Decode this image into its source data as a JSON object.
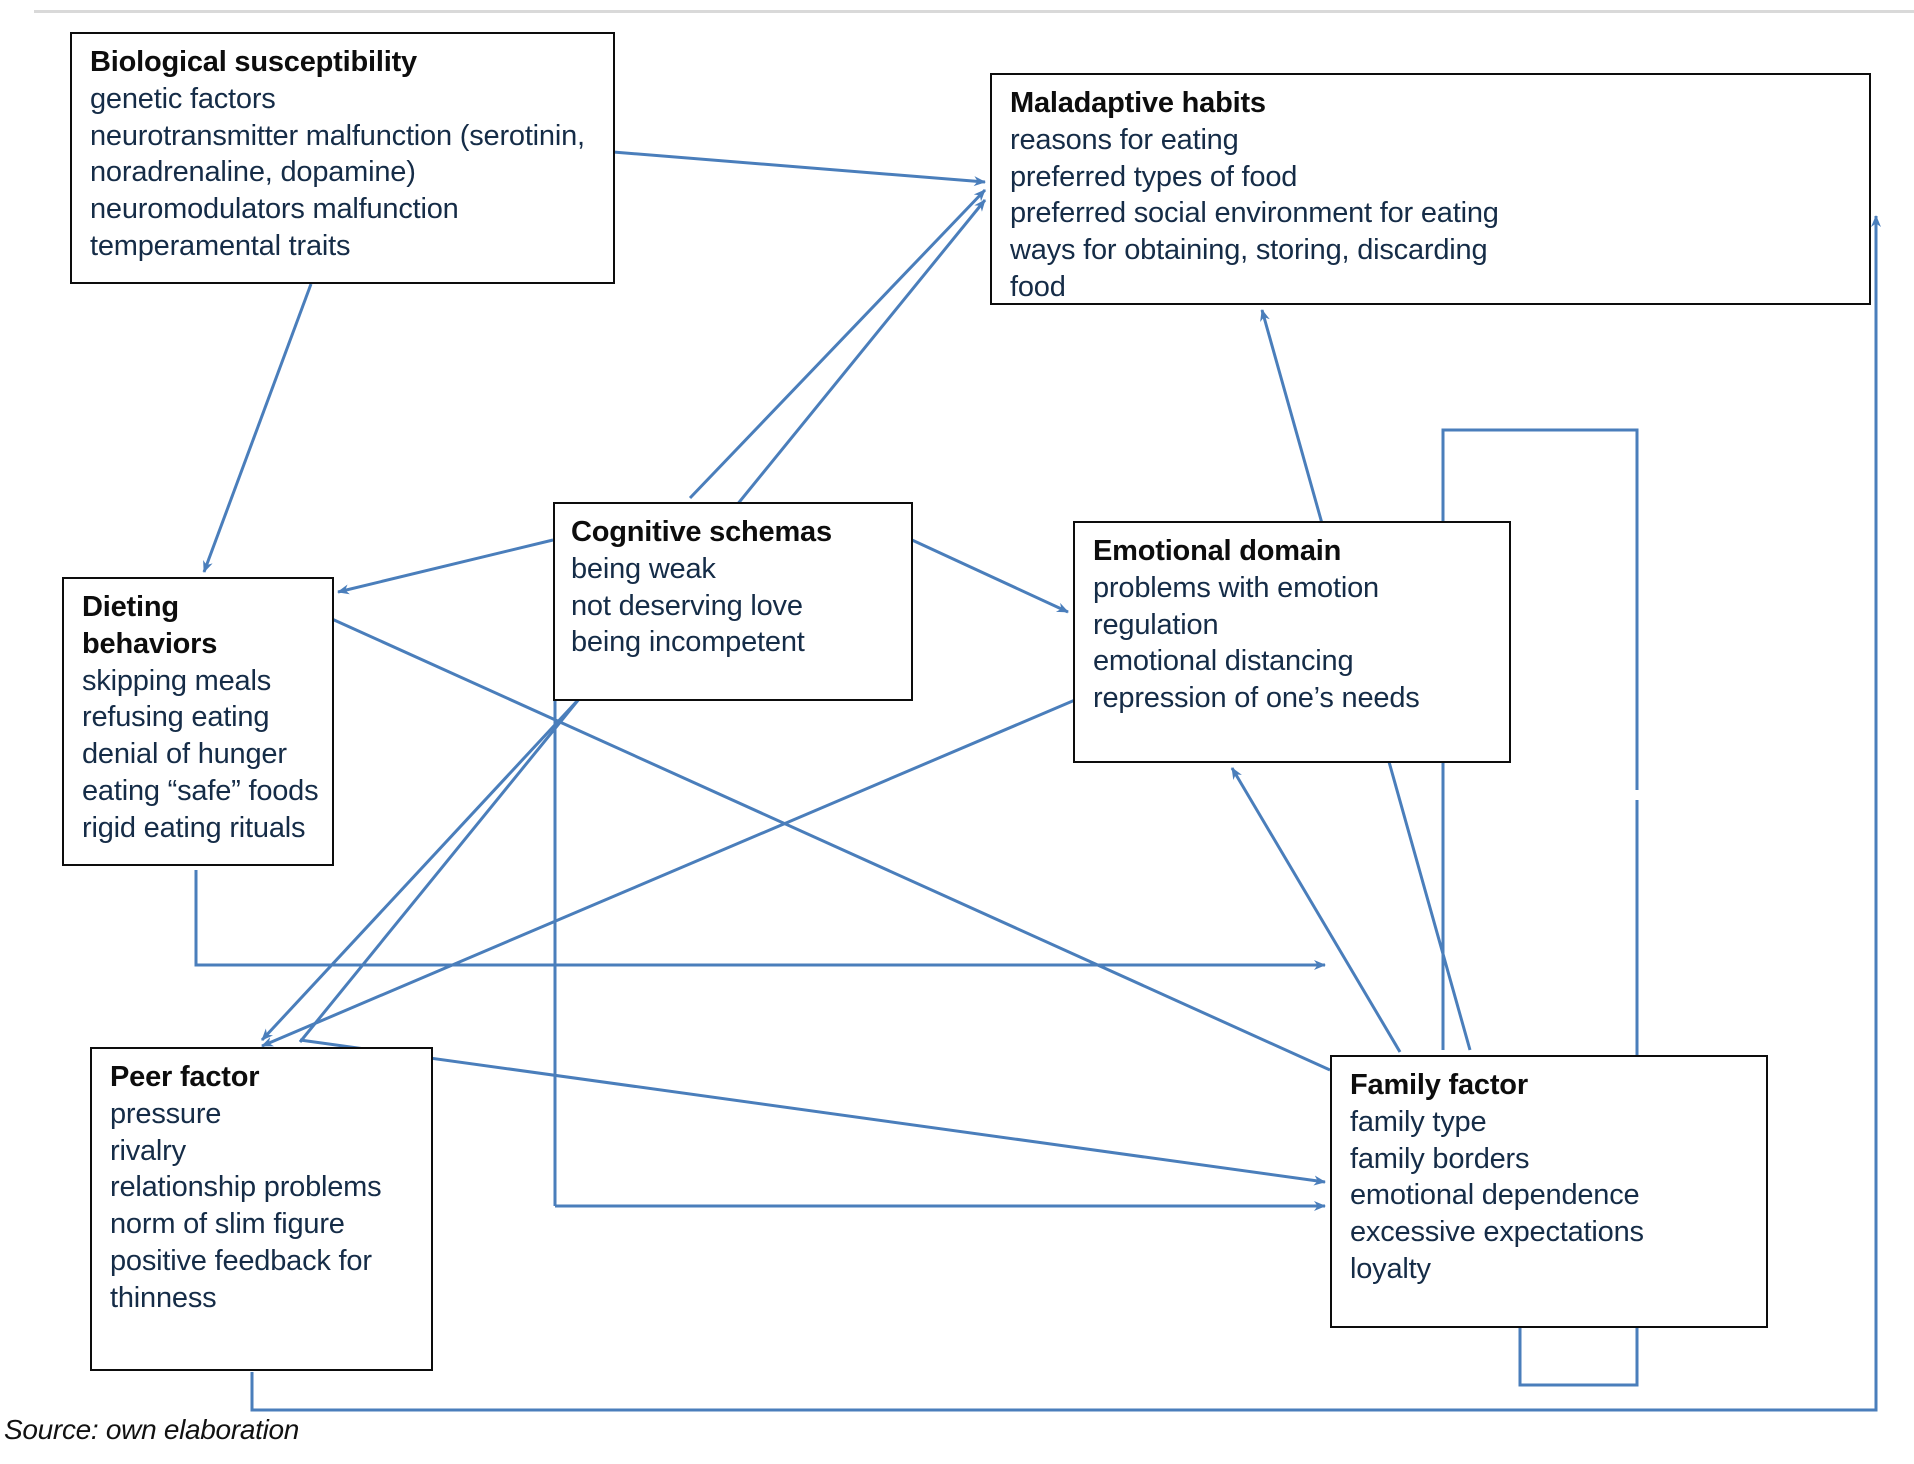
{
  "figure": {
    "source_note": "Source: own elaboration",
    "line_color": "#4a7ebb",
    "box_border_color": "#0d0d0d",
    "text_color": "#17375e",
    "title_color": "#0d0d0d"
  },
  "boxes": {
    "biological": {
      "title": "Biological susceptibility",
      "lines": [
        "genetic factors",
        "neurotransmitter malfunction (serotinin,",
        "noradrenaline, dopamine)",
        "neuromodulators malfunction",
        "temperamental traits"
      ]
    },
    "maladaptive": {
      "title": "Maladaptive habits",
      "lines": [
        "reasons for eating",
        "preferred types of food",
        "preferred social environment for eating",
        "ways for obtaining, storing, discarding",
        "food"
      ]
    },
    "dieting": {
      "title": "Dieting behaviors",
      "lines": [
        "skipping meals",
        "refusing eating",
        "denial of hunger",
        "eating “safe” foods",
        "rigid eating rituals"
      ]
    },
    "cognitive": {
      "title": "Cognitive schemas",
      "lines": [
        "being weak",
        "not deserving love",
        "being incompetent"
      ]
    },
    "emotional": {
      "title": "Emotional domain",
      "lines": [
        "problems with emotion",
        "regulation",
        "emotional distancing",
        "repression of one’s needs"
      ]
    },
    "peer": {
      "title": "Peer factor",
      "lines": [
        "pressure",
        "rivalry",
        "relationship problems",
        "norm of slim figure",
        "positive feedback for",
        "thinness"
      ]
    },
    "family": {
      "title": "Family factor",
      "lines": [
        "family type",
        "family borders",
        "emotional dependence",
        "excessive expectations",
        "loyalty"
      ]
    }
  },
  "connections": [
    {
      "from": "biological",
      "to": "maladaptive"
    },
    {
      "from": "biological",
      "to": "dieting"
    },
    {
      "from": "cognitive",
      "to": "maladaptive"
    },
    {
      "from": "cognitive",
      "to": "dieting"
    },
    {
      "from": "cognitive",
      "to": "emotional"
    },
    {
      "from": "cognitive",
      "to": "peer"
    },
    {
      "from": "peer",
      "to": "dieting"
    },
    {
      "from": "peer",
      "to": "maladaptive"
    },
    {
      "from": "peer",
      "to": "family"
    },
    {
      "from": "family",
      "to": "dieting"
    },
    {
      "from": "family",
      "to": "peer"
    },
    {
      "from": "family",
      "to": "emotional"
    },
    {
      "from": "family",
      "to": "maladaptive"
    },
    {
      "from": "emotional",
      "to": "maladaptive"
    },
    {
      "from": "emotional",
      "to": "dieting"
    },
    {
      "from": "maladaptive",
      "to": "emotional"
    }
  ]
}
